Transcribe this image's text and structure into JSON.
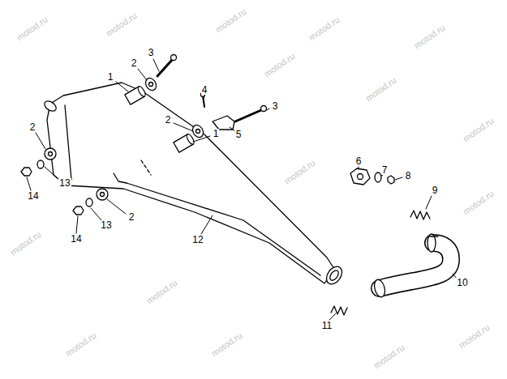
{
  "diagram": {
    "labels": [
      "3",
      "2",
      "1",
      "4",
      "3",
      "2",
      "2",
      "1",
      "5",
      "6",
      "7",
      "8",
      "13",
      "9",
      "14",
      "2",
      "13",
      "14",
      "12",
      "10",
      "11",
      "motod.ru",
      "motod.ru",
      "motod.ru",
      "motod.ru",
      "motod.ru",
      "motod.ru",
      "motod.ru",
      "motod.ru",
      "motod.ru",
      "motod.ru",
      "motod.ru",
      "motod.ru",
      "motod.ru",
      "motod.ru",
      "motod.ru",
      "motod.ru"
    ]
  }
}
